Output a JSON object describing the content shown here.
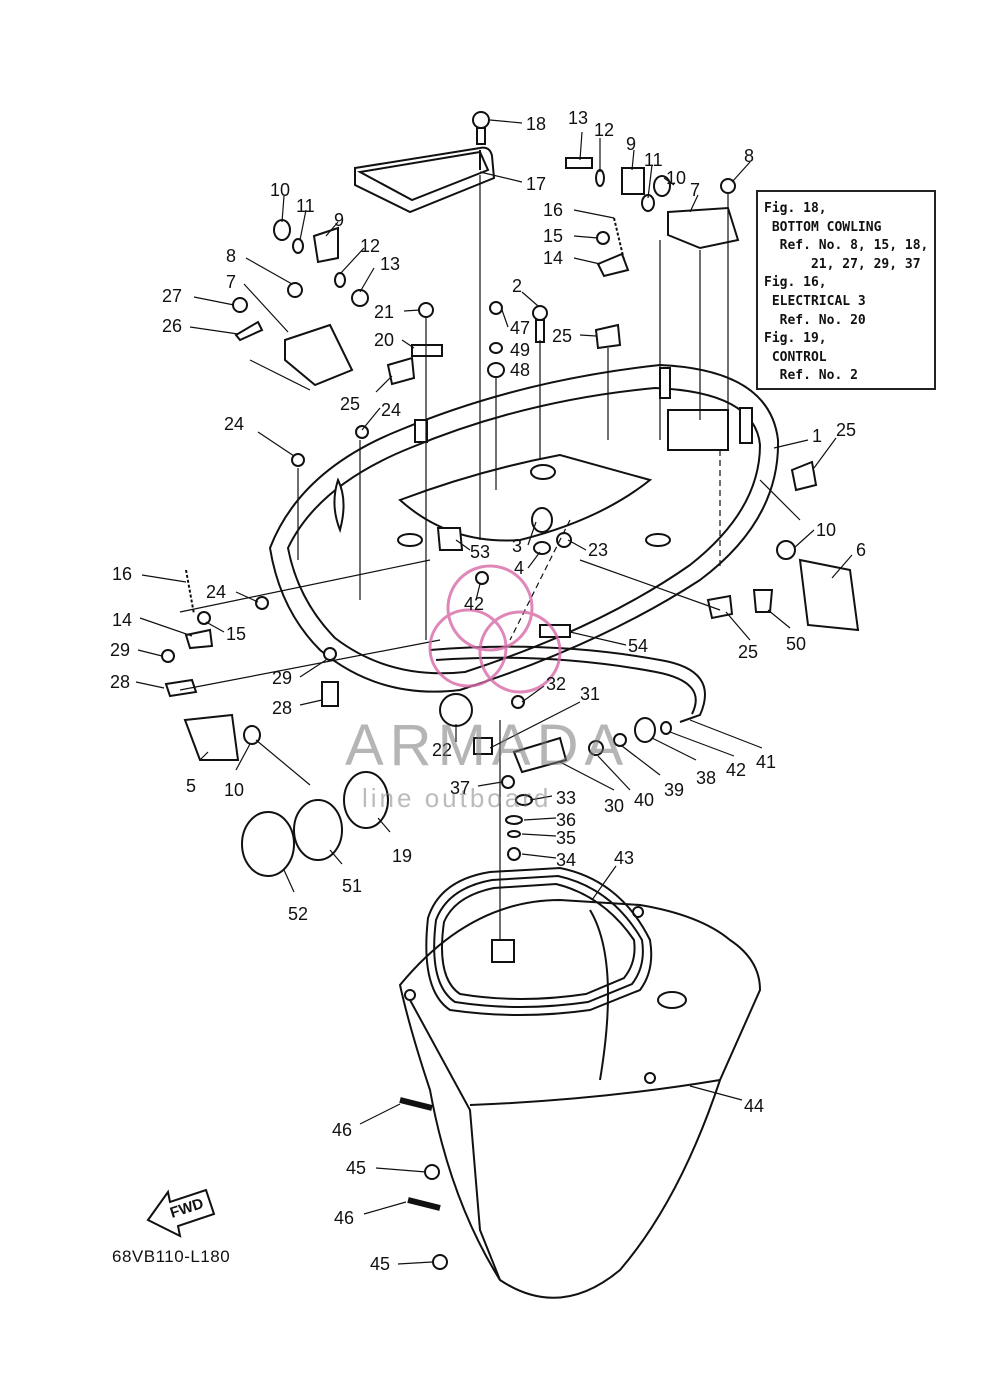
{
  "reference_box": {
    "lines": [
      "Fig. 18,",
      " BOTTOM COWLING",
      "  Ref. No. 8, 15, 18,",
      "      21, 27, 29, 37",
      "Fig. 16,",
      " ELECTRICAL 3",
      "  Ref. No. 20",
      "Fig. 19,",
      " CONTROL",
      "  Ref. No. 2"
    ]
  },
  "figure_code": "68VB110-L180",
  "fwd_label": "FWD",
  "watermark": {
    "brand": "ARMADA",
    "tagline": "line outboard"
  },
  "callouts": [
    {
      "id": "c18",
      "text": "18"
    },
    {
      "id": "c17",
      "text": "17"
    },
    {
      "id": "c13a",
      "text": "13"
    },
    {
      "id": "c12a",
      "text": "12"
    },
    {
      "id": "c9a",
      "text": "9"
    },
    {
      "id": "c11a",
      "text": "11"
    },
    {
      "id": "c10a",
      "text": "10"
    },
    {
      "id": "c7a",
      "text": "7"
    },
    {
      "id": "c8a",
      "text": "8"
    },
    {
      "id": "c16a",
      "text": "16"
    },
    {
      "id": "c15a",
      "text": "15"
    },
    {
      "id": "c14a",
      "text": "14"
    },
    {
      "id": "c10b",
      "text": "10"
    },
    {
      "id": "c11b",
      "text": "11"
    },
    {
      "id": "c9b",
      "text": "9"
    },
    {
      "id": "c12b",
      "text": "12"
    },
    {
      "id": "c13b",
      "text": "13"
    },
    {
      "id": "c8b",
      "text": "8"
    },
    {
      "id": "c7b",
      "text": "7"
    },
    {
      "id": "c27",
      "text": "27"
    },
    {
      "id": "c26",
      "text": "26"
    },
    {
      "id": "c21",
      "text": "21"
    },
    {
      "id": "c20",
      "text": "20"
    },
    {
      "id": "c2",
      "text": "2"
    },
    {
      "id": "c47",
      "text": "47"
    },
    {
      "id": "c49",
      "text": "49"
    },
    {
      "id": "c48",
      "text": "48"
    },
    {
      "id": "c25a",
      "text": "25"
    },
    {
      "id": "c25b",
      "text": "25"
    },
    {
      "id": "c24a",
      "text": "24"
    },
    {
      "id": "c24b",
      "text": "24"
    },
    {
      "id": "c1",
      "text": "1"
    },
    {
      "id": "c25c",
      "text": "25"
    },
    {
      "id": "c10c",
      "text": "10"
    },
    {
      "id": "c6",
      "text": "6"
    },
    {
      "id": "c3",
      "text": "3"
    },
    {
      "id": "c23",
      "text": "23"
    },
    {
      "id": "c4",
      "text": "4"
    },
    {
      "id": "c53",
      "text": "53"
    },
    {
      "id": "c42a",
      "text": "42"
    },
    {
      "id": "c16b",
      "text": "16"
    },
    {
      "id": "c24c",
      "text": "24"
    },
    {
      "id": "c14b",
      "text": "14"
    },
    {
      "id": "c15b",
      "text": "15"
    },
    {
      "id": "c29a",
      "text": "29"
    },
    {
      "id": "c28a",
      "text": "28"
    },
    {
      "id": "c29b",
      "text": "29"
    },
    {
      "id": "c28b",
      "text": "28"
    },
    {
      "id": "c54",
      "text": "54"
    },
    {
      "id": "c25d",
      "text": "25"
    },
    {
      "id": "c50",
      "text": "50"
    },
    {
      "id": "c32",
      "text": "32"
    },
    {
      "id": "c31",
      "text": "31"
    },
    {
      "id": "c22",
      "text": "22"
    },
    {
      "id": "c5",
      "text": "5"
    },
    {
      "id": "c10d",
      "text": "10"
    },
    {
      "id": "c37",
      "text": "37"
    },
    {
      "id": "c33",
      "text": "33"
    },
    {
      "id": "c30",
      "text": "30"
    },
    {
      "id": "c40",
      "text": "40"
    },
    {
      "id": "c39",
      "text": "39"
    },
    {
      "id": "c38",
      "text": "38"
    },
    {
      "id": "c42b",
      "text": "42"
    },
    {
      "id": "c41",
      "text": "41"
    },
    {
      "id": "c36",
      "text": "36"
    },
    {
      "id": "c35",
      "text": "35"
    },
    {
      "id": "c34",
      "text": "34"
    },
    {
      "id": "c19",
      "text": "19"
    },
    {
      "id": "c51",
      "text": "51"
    },
    {
      "id": "c52",
      "text": "52"
    },
    {
      "id": "c43",
      "text": "43"
    },
    {
      "id": "c44",
      "text": "44"
    },
    {
      "id": "c46a",
      "text": "46"
    },
    {
      "id": "c45a",
      "text": "45"
    },
    {
      "id": "c46b",
      "text": "46"
    },
    {
      "id": "c45b",
      "text": "45"
    }
  ]
}
